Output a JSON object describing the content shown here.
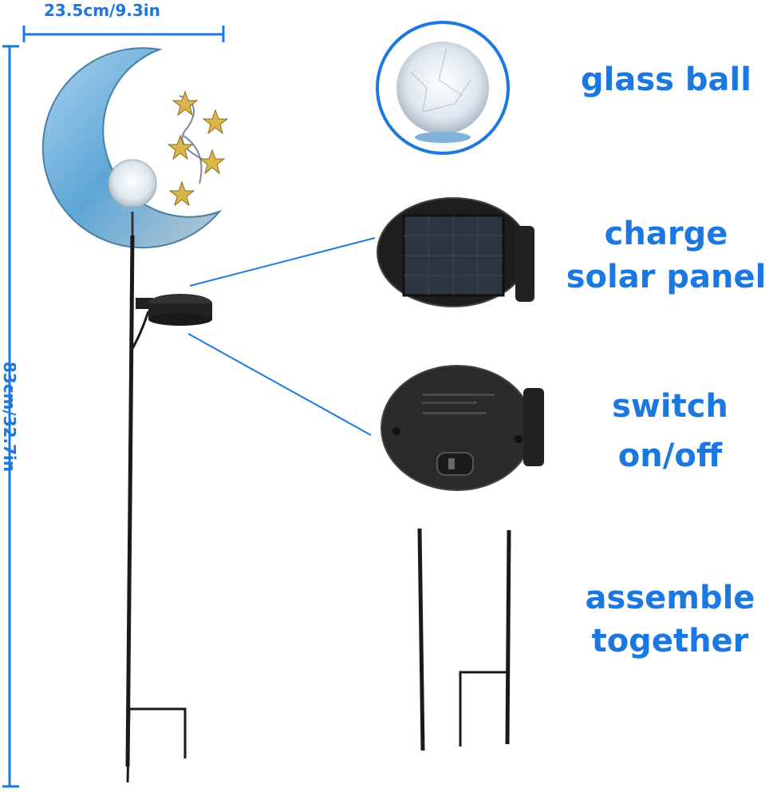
{
  "dimensions": {
    "width_label": "23.5cm/9.3in",
    "height_label": "83cm/32.7in"
  },
  "features": [
    {
      "line1": "glass ball",
      "line2": ""
    },
    {
      "line1": "charge",
      "line2": "solar panel"
    },
    {
      "line1": "switch",
      "line2": "on/off"
    },
    {
      "line1": "assemble",
      "line2": "together"
    }
  ],
  "colors": {
    "accent": "#1a78e0",
    "moon": "#7fb4d8",
    "stake": "#1a1a1a",
    "star": "#d9b54a"
  }
}
